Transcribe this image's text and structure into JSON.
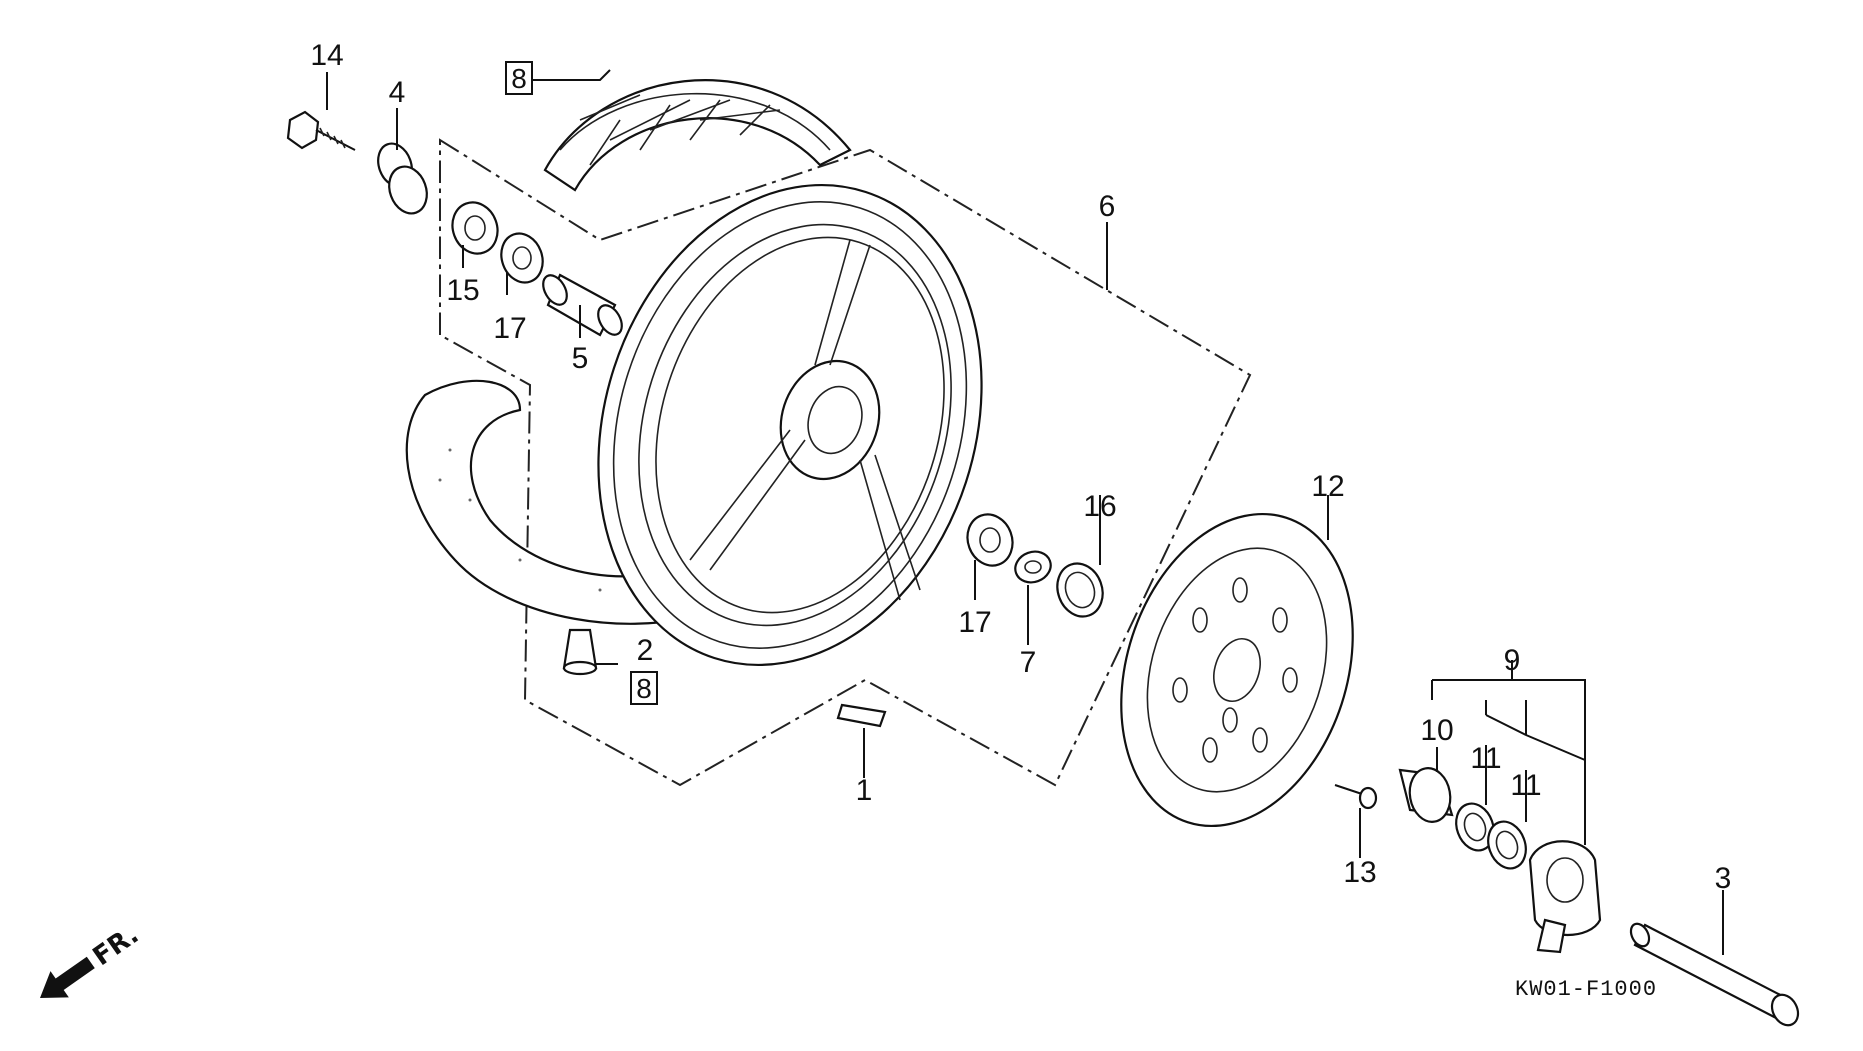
{
  "diagram_code": "KW01-F1000",
  "direction_label": "FR.",
  "boxed_callouts": {
    "tire_top": "8",
    "valve": "8"
  },
  "callouts": {
    "p1": "1",
    "p2": "2",
    "p3": "3",
    "p4": "4",
    "p5": "5",
    "p6": "6",
    "p7": "7",
    "p9": "9",
    "p10": "10",
    "p11a": "11",
    "p11b": "11",
    "p12": "12",
    "p13": "13",
    "p14": "14",
    "p15": "15",
    "p16": "16",
    "p17a": "17",
    "p17b": "17"
  }
}
